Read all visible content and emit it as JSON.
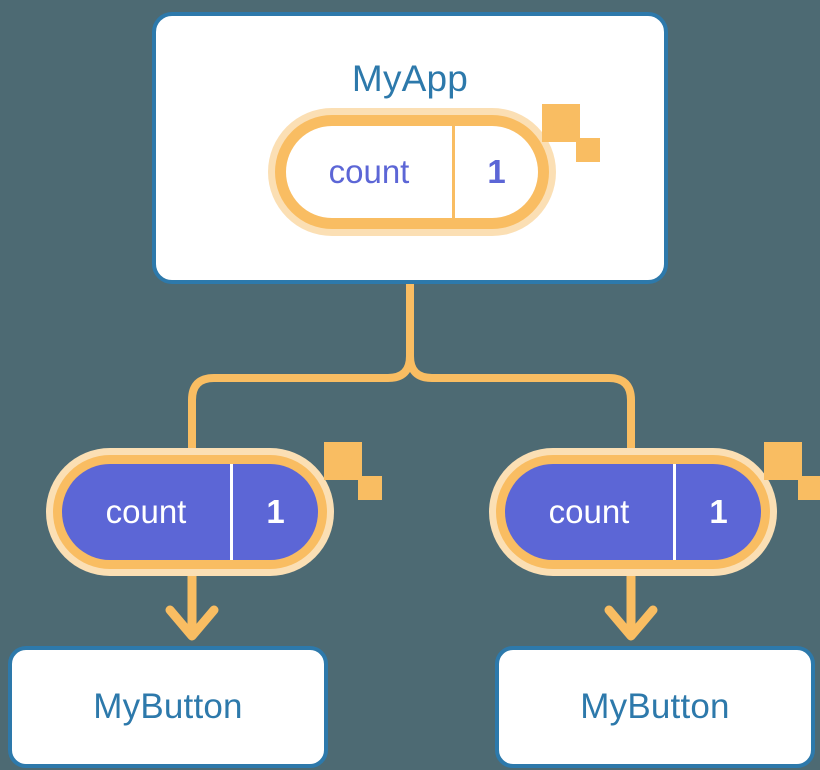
{
  "theme": {
    "background": "#4d6a73",
    "card_border": "#2d79ab",
    "card_fill": "#ffffff",
    "title_text": "#2d79ab",
    "accent_orange": "#f9bd62",
    "halo_orange": "#fbdfb4",
    "purple": "#5c66d6",
    "white": "#ffffff"
  },
  "diagram": {
    "type": "component-tree",
    "root": {
      "name": "myapp-card",
      "title": "MyApp",
      "state_pill": {
        "key": "count",
        "value": "1",
        "variant": "outline",
        "sparkle_icons": [
          "sparkle-large-icon",
          "sparkle-small-icon"
        ]
      }
    },
    "children": [
      {
        "name": "child-left",
        "state_pill": {
          "key": "count",
          "value": "1",
          "variant": "filled",
          "sparkle_icons": [
            "sparkle-large-icon",
            "sparkle-small-icon"
          ]
        },
        "card": {
          "title": "MyButton"
        }
      },
      {
        "name": "child-right",
        "state_pill": {
          "key": "count",
          "value": "1",
          "variant": "filled",
          "sparkle_icons": [
            "sparkle-large-icon",
            "sparkle-small-icon"
          ]
        },
        "card": {
          "title": "MyButton"
        }
      }
    ],
    "connectors": [
      {
        "name": "root-to-branch-trunk",
        "icon": "line"
      },
      {
        "name": "branch-split-left",
        "icon": "elbow-line"
      },
      {
        "name": "branch-split-right",
        "icon": "elbow-line"
      },
      {
        "name": "left-pill-to-button-arrow",
        "icon": "arrow-down-icon"
      },
      {
        "name": "right-pill-to-button-arrow",
        "icon": "arrow-down-icon"
      }
    ]
  }
}
